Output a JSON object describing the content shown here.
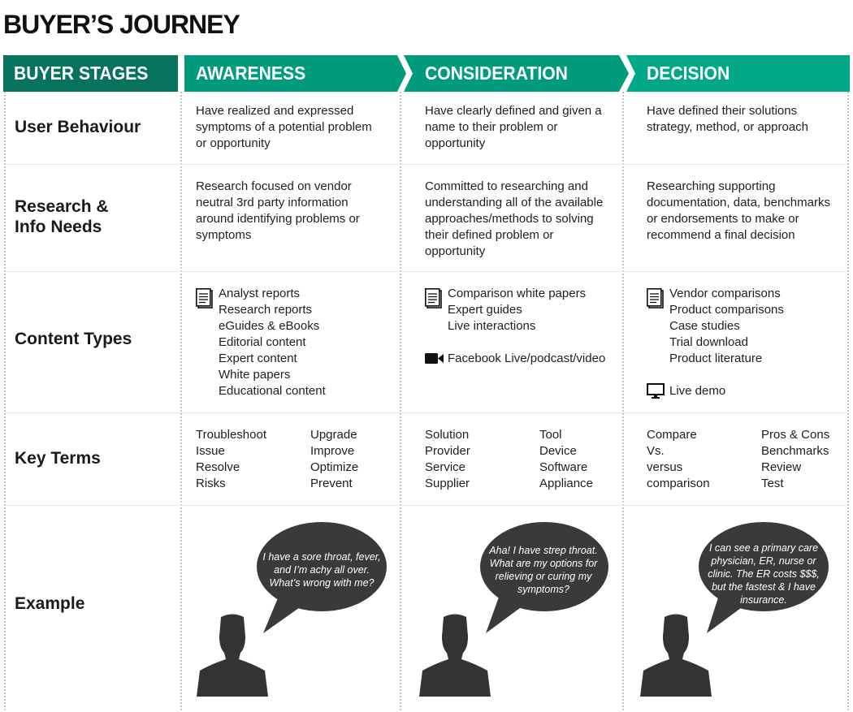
{
  "title": "BUYER’S JOURNEY",
  "header": {
    "stages_label": "BUYER STAGES",
    "columns": [
      "AWARENESS",
      "CONSIDERATION",
      "DECISION"
    ],
    "colors": {
      "dark": "#08735c",
      "mid": "#009a7c",
      "light": "#00a888"
    }
  },
  "rows": {
    "user_behaviour": {
      "label": "User Behaviour",
      "awareness": [
        "Have realized and expressed",
        "symptoms of a potential problem",
        "or opportunity"
      ],
      "consideration": [
        "Have clearly defined and given a",
        "name to their problem or",
        "opportunity"
      ],
      "decision": [
        "Have defined their solutions",
        "strategy, method, or approach"
      ]
    },
    "research": {
      "label": [
        "Research &",
        "Info Needs"
      ],
      "awareness": [
        "Research focused on vendor",
        "neutral 3rd party information",
        "around identifying problems or",
        "symptoms"
      ],
      "consideration": [
        "Committed to researching and",
        "understanding all of the available",
        "approaches/methods to solving",
        "their defined problem or",
        "opportunity"
      ],
      "decision": [
        "Researching supporting",
        "documentation, data, benchmarks",
        "or endorsements to make or",
        "recommend a final decision"
      ]
    },
    "content_types": {
      "label": "Content Types",
      "awareness": {
        "icon": "document-icon",
        "items": [
          "Analyst reports",
          "Research reports",
          "eGuides & eBooks",
          "Editorial content",
          "Expert content",
          "White papers",
          "Educational content"
        ]
      },
      "consideration": {
        "icon": "document-icon",
        "items": [
          "Comparison white papers",
          "Expert guides",
          "Live interactions"
        ],
        "video_icon": "video-camera-icon",
        "video": "Facebook Live/podcast/video"
      },
      "decision": {
        "icon": "document-icon",
        "items": [
          "Vendor comparisons",
          "Product comparisons",
          "Case studies",
          "Trial download",
          "Product literature"
        ],
        "demo_icon": "monitor-icon",
        "demo": "Live demo"
      }
    },
    "key_terms": {
      "label": "Key Terms",
      "awareness": {
        "left": [
          "Troubleshoot",
          "Issue",
          "Resolve",
          "Risks"
        ],
        "right": [
          "Upgrade",
          "Improve",
          "Optimize",
          "Prevent"
        ]
      },
      "consideration": {
        "left": [
          "Solution",
          "Provider",
          "Service",
          "Supplier"
        ],
        "right": [
          "Tool",
          "Device",
          "Software",
          "Appliance"
        ]
      },
      "decision": {
        "left": [
          "Compare",
          "Vs.",
          "versus",
          "comparison"
        ],
        "right": [
          "Pros & Cons",
          "Benchmarks",
          "Review",
          "Test"
        ]
      }
    },
    "example": {
      "label": "Example",
      "awareness": [
        "I have a sore throat, fever,",
        "and I’m achy all over.",
        "What’s wrong with me?"
      ],
      "consideration": [
        "Aha! I have strep throat.",
        "What are my options for",
        "relieving or curing my",
        "symptoms?"
      ],
      "decision": [
        "I can see a primary care",
        "physician, ER, nurse or",
        "clinic. The ER costs $$$,",
        "but the fastest & I have",
        "insurance."
      ]
    }
  }
}
